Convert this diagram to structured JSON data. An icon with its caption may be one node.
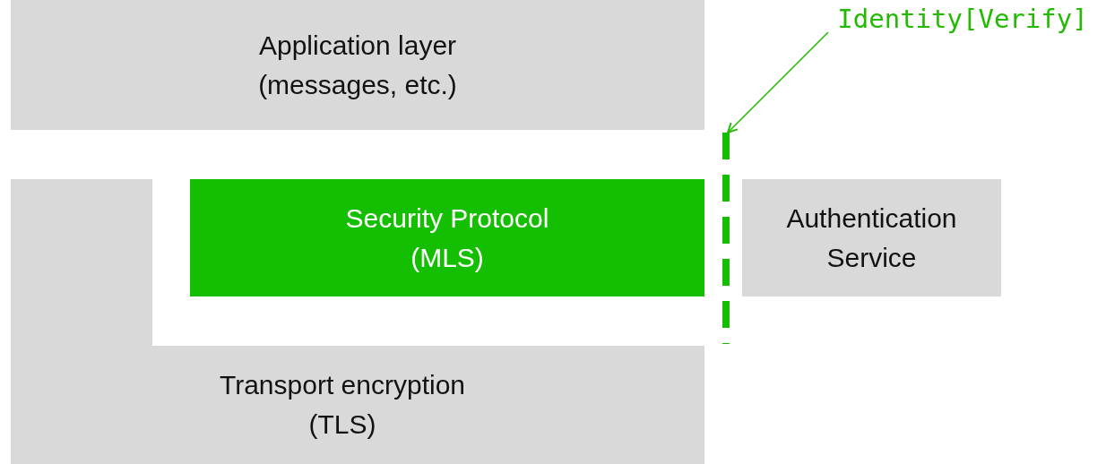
{
  "diagram": {
    "nodes": [
      {
        "text": [
          "Application layer (messages, etc.)"
        ]
      },
      {
        "text": [
          "Identity[Verify]"
        ]
      },
      {
        "text": [
          "Security Protocol (MLS)"
        ]
      },
      {
        "text": [],
        "shape": "line"
      },
      {
        "text": [
          "Authentication Service"
        ]
      },
      {
        "text": [
          "Transport encryption (TLS)"
        ]
      }
    ],
    "edges": [
      {
        "from": 1,
        "to": 3,
        "arrow": "to"
      }
    ]
  }
}
